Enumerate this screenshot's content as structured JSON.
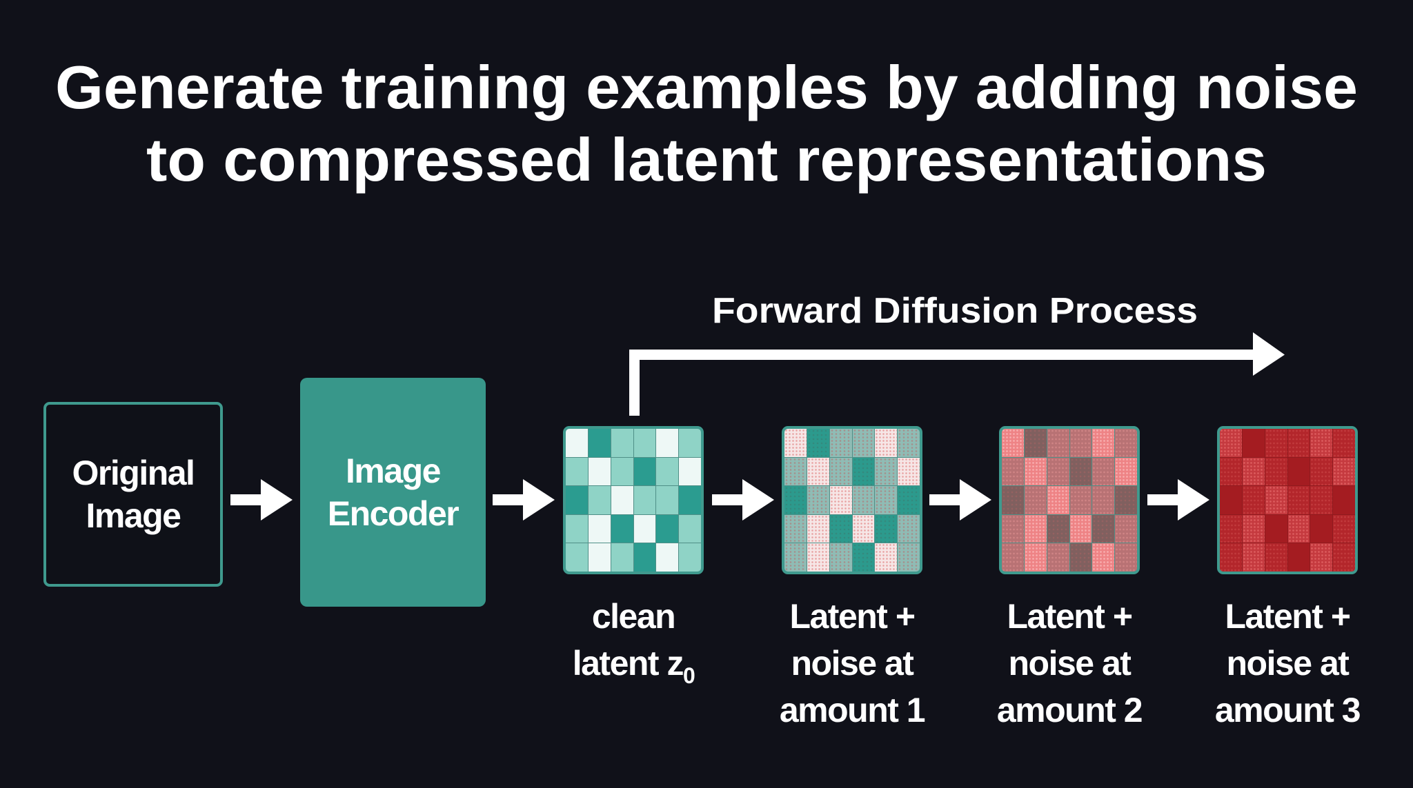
{
  "title": {
    "line1": "Generate training examples by adding noise",
    "line2": "to compressed latent representations"
  },
  "forward_process": {
    "label": "Forward Diffusion Process"
  },
  "nodes": {
    "original_image": {
      "line1": "Original",
      "line2": "Image"
    },
    "image_encoder": {
      "line1": "Image",
      "line2": "Encoder"
    }
  },
  "latents": [
    {
      "id": "clean",
      "caption": [
        "clean",
        "latent z",
        "0"
      ],
      "grid": [
        [
          "L",
          "D",
          "M",
          "M",
          "L",
          "M"
        ],
        [
          "M",
          "L",
          "M",
          "D",
          "M",
          "L"
        ],
        [
          "D",
          "M",
          "L",
          "M",
          "M",
          "D"
        ],
        [
          "M",
          "L",
          "D",
          "L",
          "D",
          "M"
        ],
        [
          "M",
          "L",
          "M",
          "D",
          "L",
          "M"
        ]
      ]
    },
    {
      "id": "noise1",
      "caption": [
        "Latent +",
        "noise at",
        "amount 1"
      ]
    },
    {
      "id": "noise2",
      "caption": [
        "Latent +",
        "noise at",
        "amount 2"
      ]
    },
    {
      "id": "noise3",
      "caption": [
        "Latent +",
        "noise at",
        "amount 3"
      ]
    }
  ],
  "icons": {
    "flow_arrow": "right-arrow-icon",
    "process_arrow": "bent-right-arrow-icon"
  },
  "colors": {
    "background": "#101119",
    "teal": "#38978a",
    "teal_border": "#3f9a8e",
    "latent_light": "#eef8f6",
    "latent_mid": "#8fd3c6",
    "latent_dark": "#2b9c90",
    "noise_red": "#a41c21"
  }
}
